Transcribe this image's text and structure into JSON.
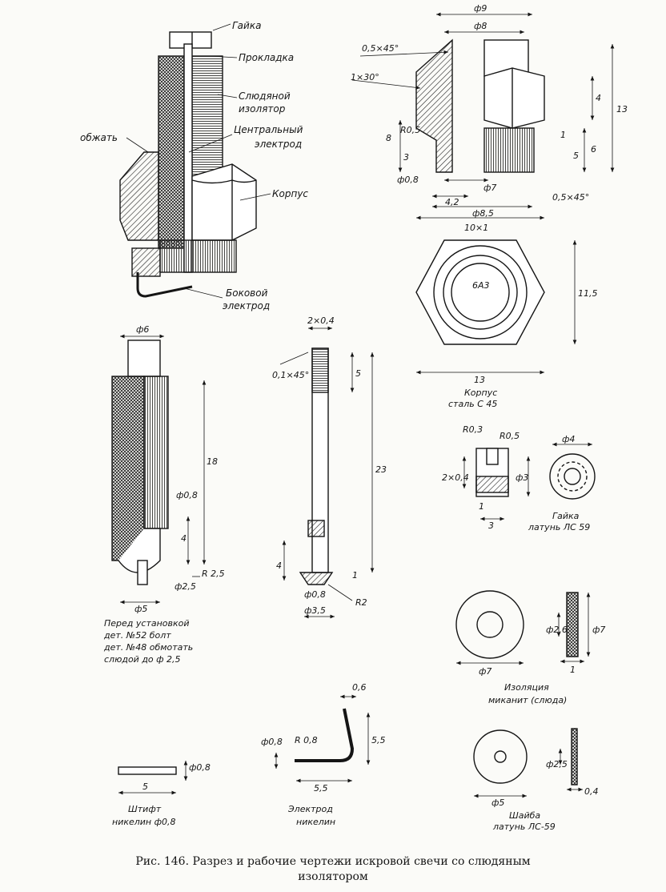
{
  "caption": {
    "line1": "Рис. 146. Разрез и рабочие чертежи искровой свечи со слюдяным",
    "line2": "изолятором"
  },
  "section_view": {
    "labels": {
      "nut": "Гайка",
      "gasket": "Прокладка",
      "mica_insulator_1": "Слюдяной",
      "mica_insulator_2": "изолятор",
      "central_electrode_1": "Центральный",
      "central_electrode_2": "электрод",
      "body": "Корпус",
      "crimp": "обжать",
      "side_electrode_1": "Боковой",
      "side_electrode_2": "электрод"
    }
  },
  "body_part": {
    "dims": {
      "d9": "ф9",
      "d8": "ф8",
      "chamfer_top": "0,5×45°",
      "chamfer_30": "1×30°",
      "h4": "4",
      "h13": "13",
      "h8": "8",
      "r05": "R0,5",
      "h6": "6",
      "h1": "1",
      "h5": "5",
      "h3": "3",
      "d08": "ф0,8",
      "d7": "ф7",
      "l42": "4,2",
      "d85": "ф8,5",
      "chamfer_bottom": "0,5×45°",
      "thread": "10×1"
    },
    "hex": {
      "key": "6А3",
      "h115": "11,5",
      "w13": "13"
    },
    "title": "Корпус",
    "material": "сталь С 45"
  },
  "insulated_bolt": {
    "dims": {
      "d6": "ф6",
      "h18": "18",
      "d08": "ф0,8",
      "h4": "4",
      "r25": "R 2,5",
      "d25": "ф2,5",
      "d5": "ф5"
    },
    "note": {
      "line1": "Перед установкой",
      "line2": "дет. №52 болт",
      "line3": "дет. №48 обмотать",
      "line4": "слюдой до ф 2,5"
    }
  },
  "central_bolt": {
    "dims": {
      "thread": "2×0,4",
      "chamfer": "0,1×45°",
      "h5": "5",
      "h23": "23",
      "h4": "4",
      "h1": "1",
      "d08": "ф0,8",
      "r2": "R2",
      "d35": "ф3,5"
    }
  },
  "nut_part": {
    "dims": {
      "r03": "R0,3",
      "r05": "R0,5",
      "d4": "ф4",
      "thread": "2×0,4",
      "d3": "ф3",
      "h1": "1",
      "h3": "3"
    },
    "title": "Гайка",
    "material": "латунь ЛС 59"
  },
  "insulation_part": {
    "dims": {
      "d26": "ф2,6",
      "d7a": "ф7",
      "d7b": "ф7",
      "t1": "1"
    },
    "title": "Изоляция",
    "material": "миканит (слюда)"
  },
  "pin_part": {
    "dims": {
      "d08": "ф0,8",
      "l5": "5"
    },
    "title": "Штифт",
    "material": "никелин ф0,8"
  },
  "electrode_part": {
    "dims": {
      "t06": "0,6",
      "d08": "ф0,8",
      "r08": "R 0,8",
      "h55": "5,5",
      "l55": "5,5"
    },
    "title": "Электрод",
    "material": "никелин"
  },
  "washer_part": {
    "dims": {
      "d25": "ф2,5",
      "d5": "ф5",
      "t04": "0,4"
    },
    "title": "Шайба",
    "material": "латунь ЛС-59"
  }
}
